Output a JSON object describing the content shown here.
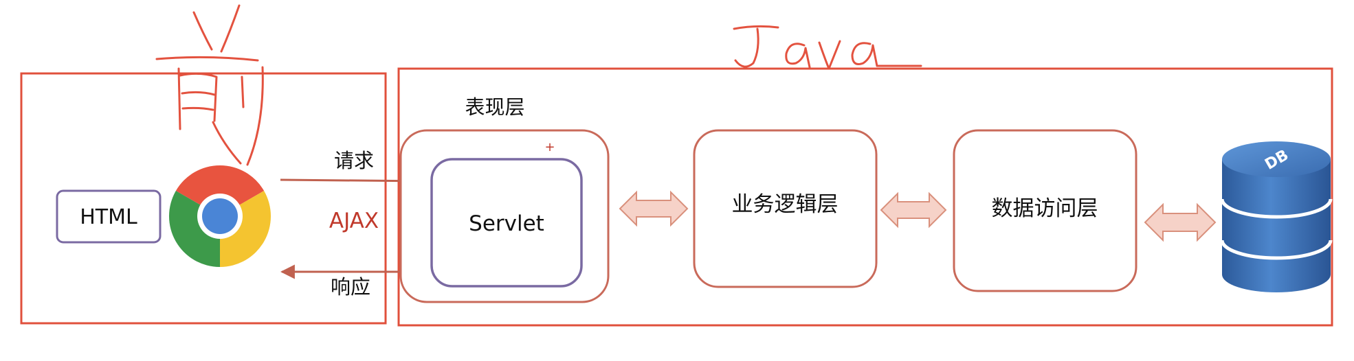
{
  "labels": {
    "html": "HTML",
    "request": "请求",
    "ajax": "AJAX",
    "response": "响应",
    "presentation_layer": "表现层",
    "servlet": "Servlet",
    "business_layer": "业务逻辑层",
    "data_access_layer": "数据访问层",
    "db": "DB"
  },
  "handwriting": {
    "frontend": "前",
    "java": "Java"
  },
  "colors": {
    "frame_red": "#e0503c",
    "box_border": "#c96a5a",
    "purple": "#7a6aa2",
    "ajax_text": "#c0392b",
    "arrow_fill": "#f6d2c8",
    "db_blue": "#3d6fb6"
  },
  "icons": {
    "browser": "chrome-logo-icon",
    "database": "database-cylinder-icon"
  }
}
